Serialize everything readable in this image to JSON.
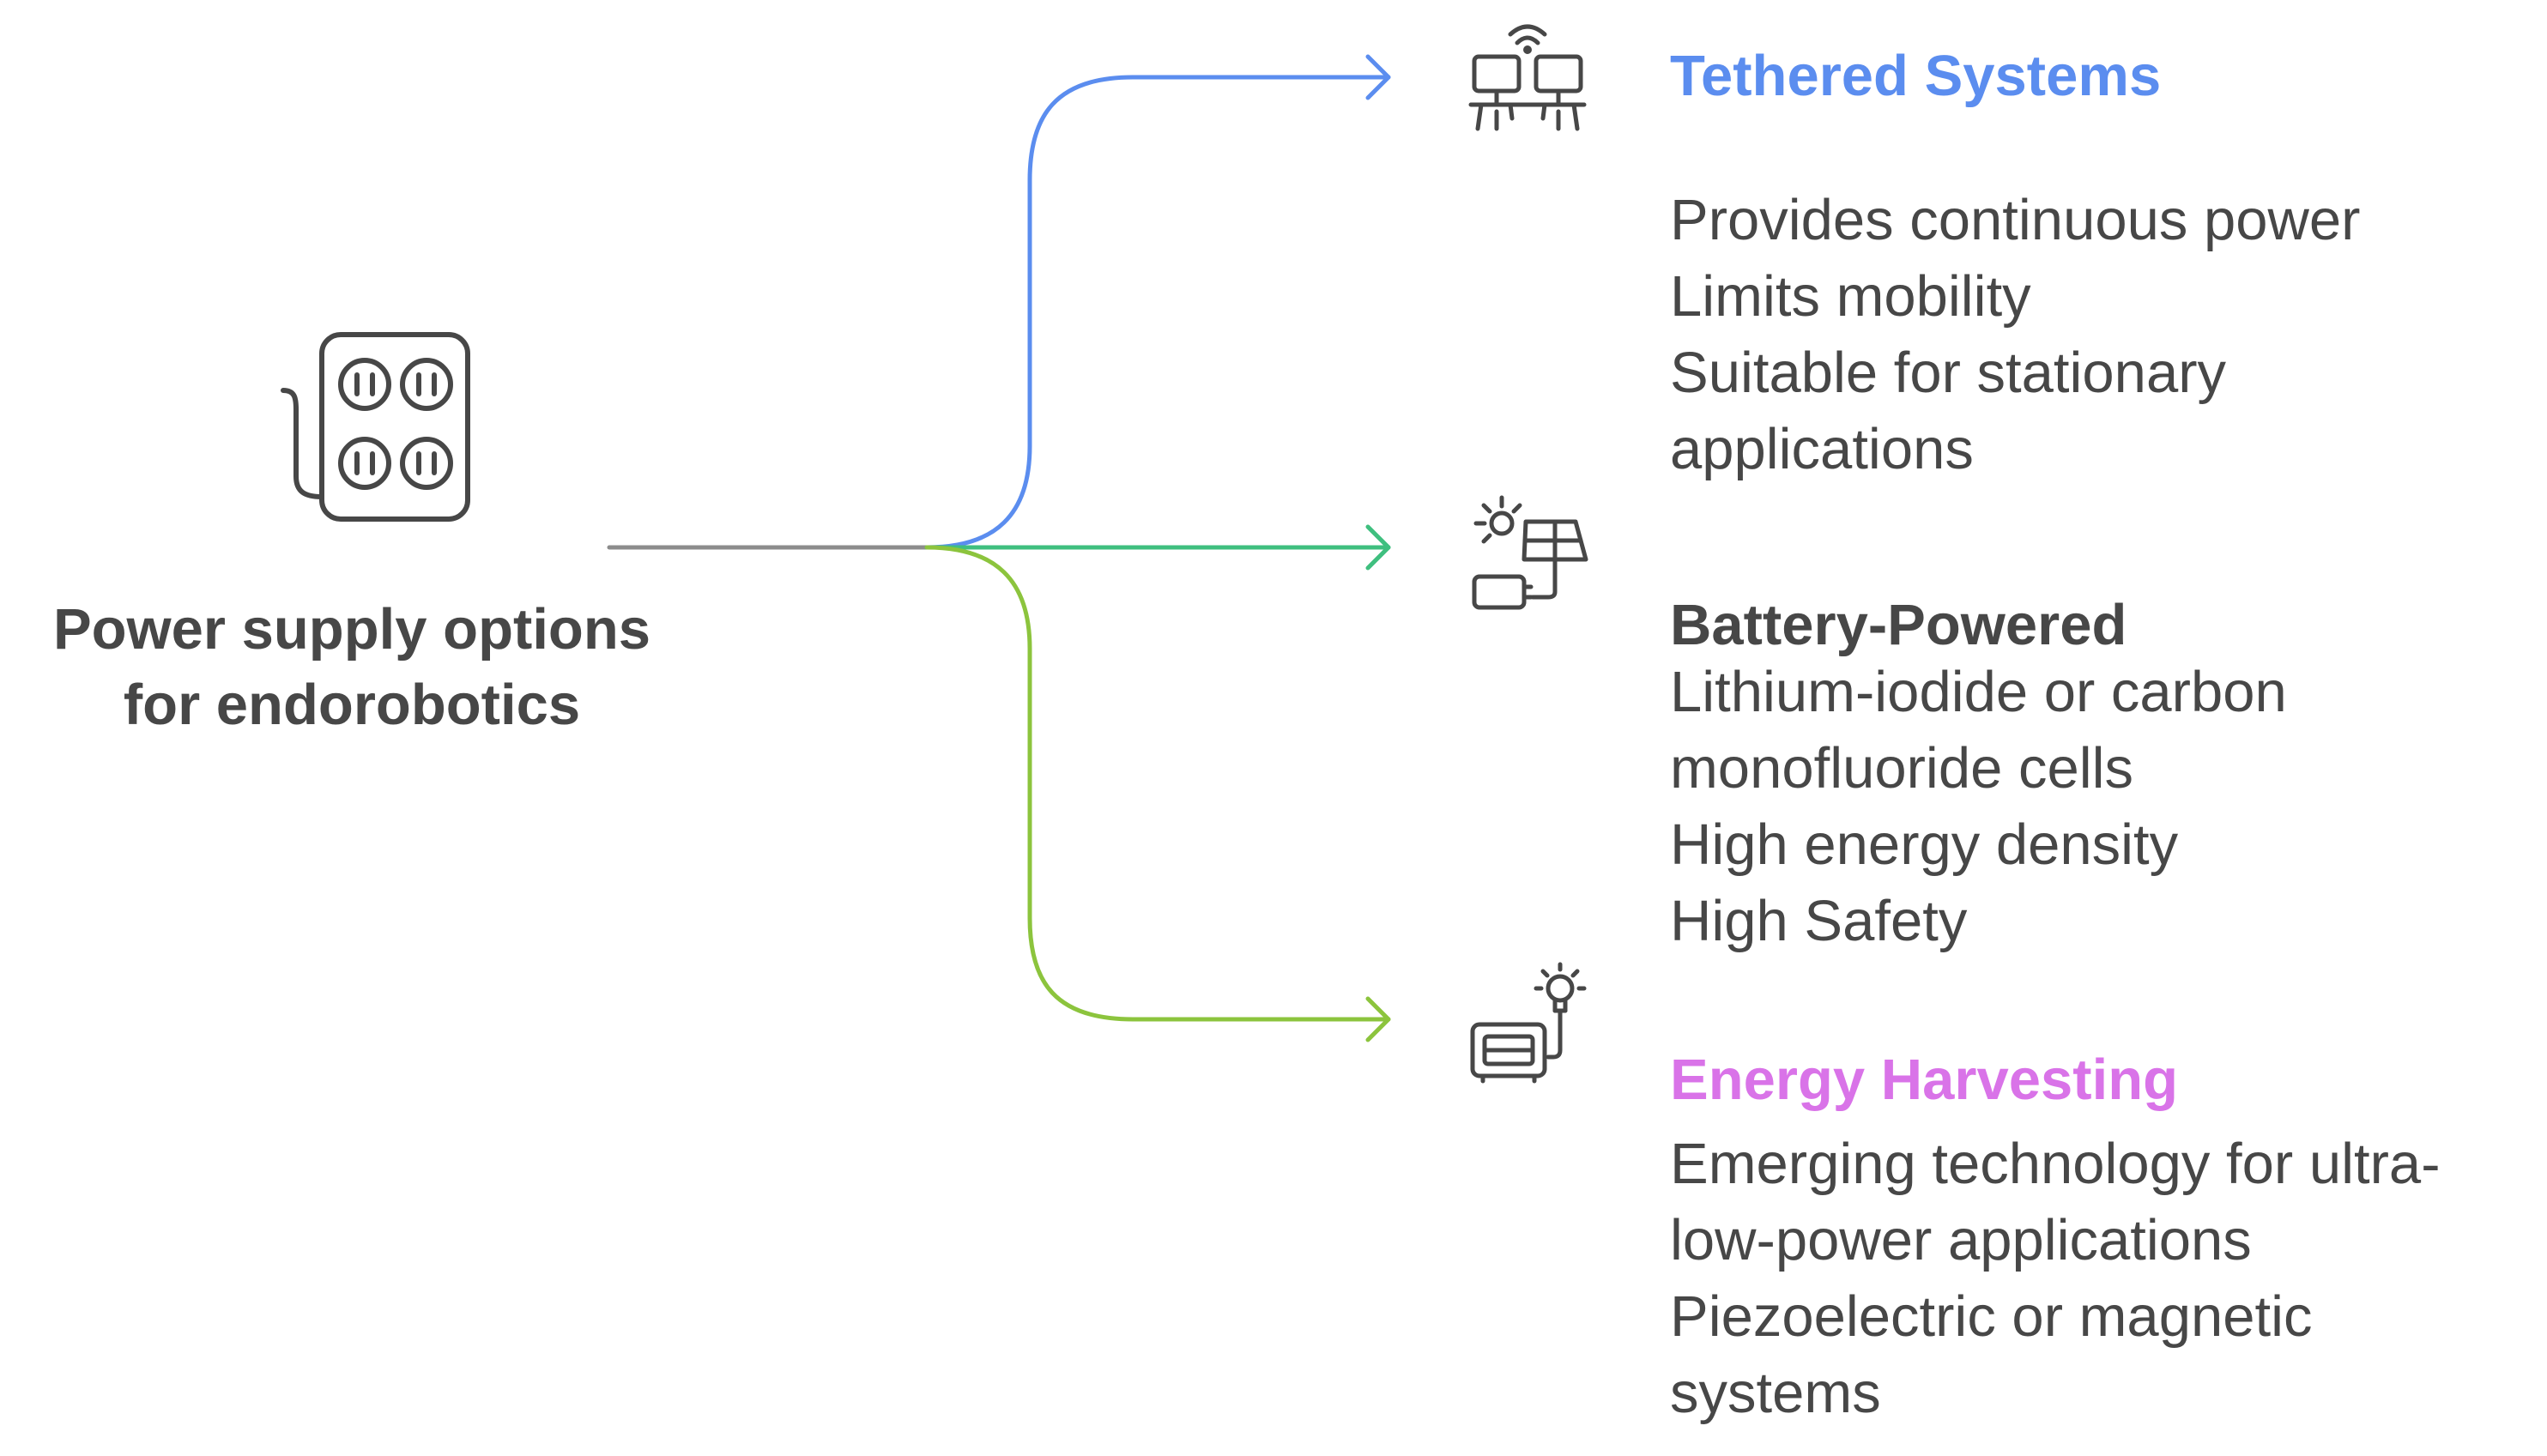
{
  "colors": {
    "stem": "#8c8c8c",
    "tethered": "#5b8def",
    "battery": "#3fbf7f",
    "harvesting": "#8cc43d",
    "tethered_title": "#5b8def",
    "battery_title": "#474747",
    "harvesting_title": "#d973e8",
    "text": "#474747",
    "icon": "#474747"
  },
  "root": {
    "icon": "power-strip-icon",
    "title_lines": [
      "Power supply options",
      "for endorobotics"
    ]
  },
  "branches": [
    {
      "id": "tethered",
      "icon": "networked-computers-icon",
      "title": "Tethered Systems",
      "lines": [
        "Provides continuous power",
        "Limits mobility",
        "Suitable for stationary",
        "applications"
      ]
    },
    {
      "id": "battery",
      "icon": "solar-battery-icon",
      "title": "Battery-Powered",
      "lines": [
        "Lithium-iodide or carbon",
        "monofluoride cells",
        "High energy density",
        "High Safety"
      ]
    },
    {
      "id": "harvesting",
      "icon": "generator-bulb-icon",
      "title": "Energy Harvesting",
      "lines": [
        "Emerging technology for ultra-",
        "low-power applications",
        "Piezoelectric or magnetic",
        "systems"
      ]
    }
  ]
}
